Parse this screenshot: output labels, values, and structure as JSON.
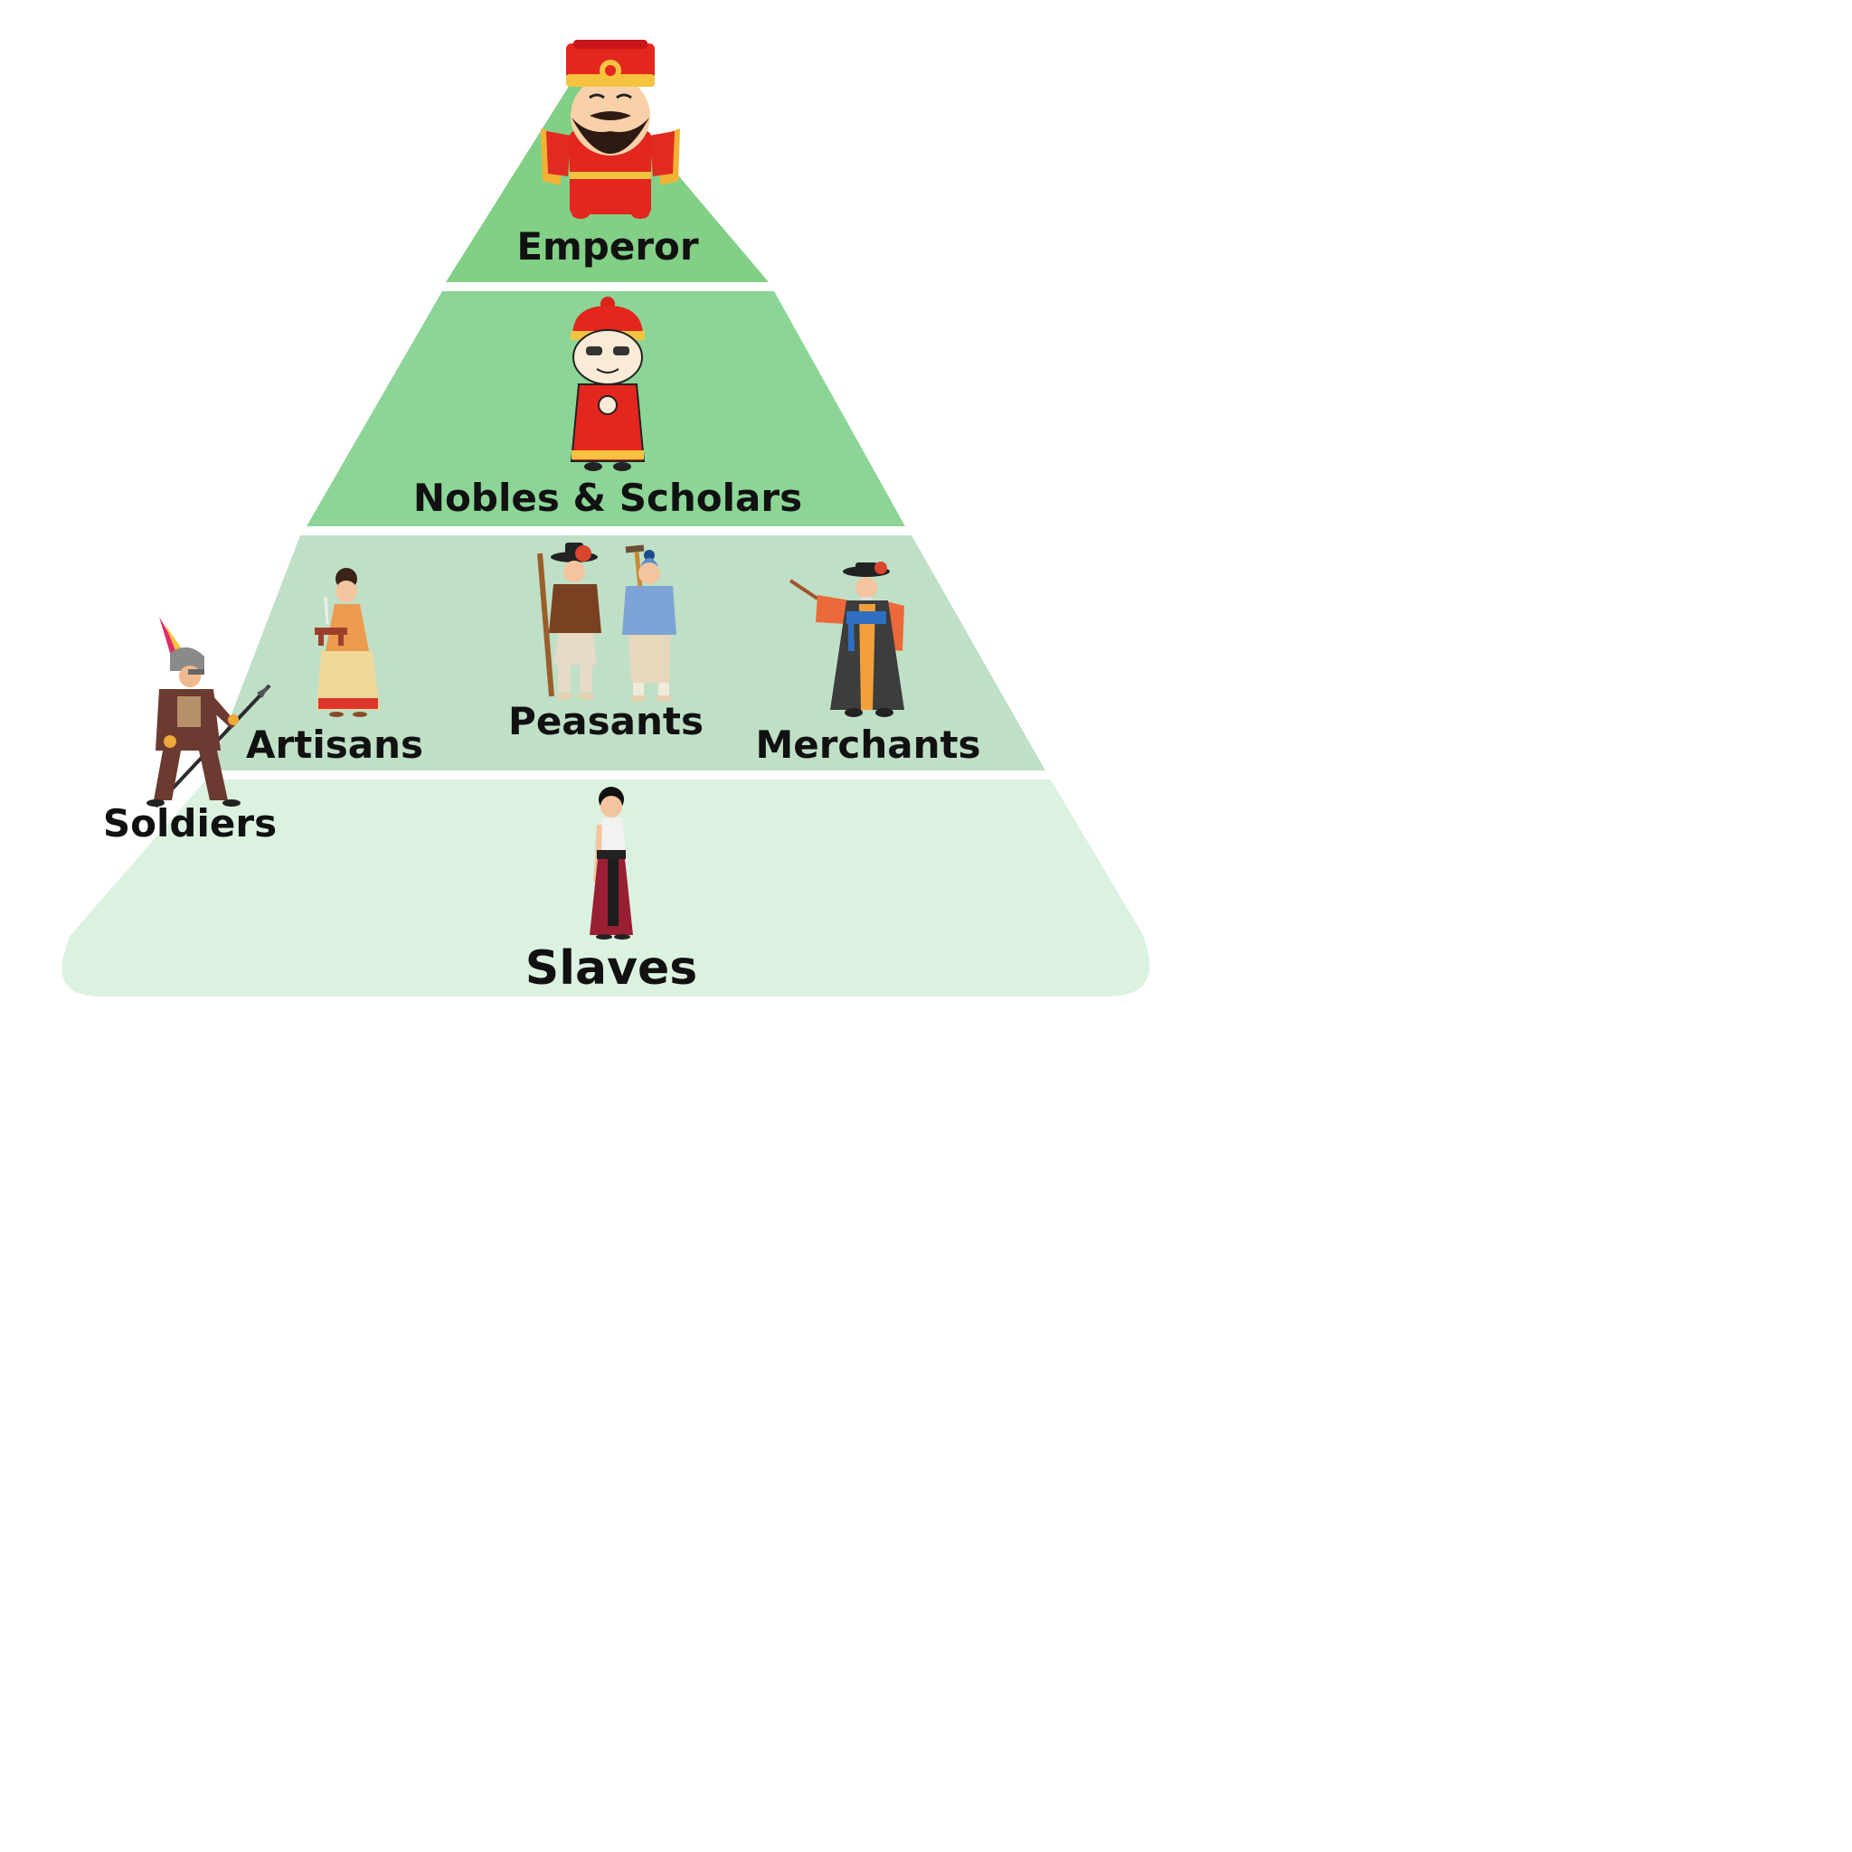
{
  "pyramid": {
    "levels": [
      {
        "label": "Emperor",
        "color": "#82cf86"
      },
      {
        "label": "Nobles & Scholars",
        "color": "#8cd597"
      },
      {
        "label": "Artisans",
        "label2": "Peasants",
        "label3": "Merchants",
        "color": "#bfe0c6"
      },
      {
        "label": "Slaves",
        "color": "#dcf2e1"
      }
    ],
    "side_label": "Soldiers"
  }
}
